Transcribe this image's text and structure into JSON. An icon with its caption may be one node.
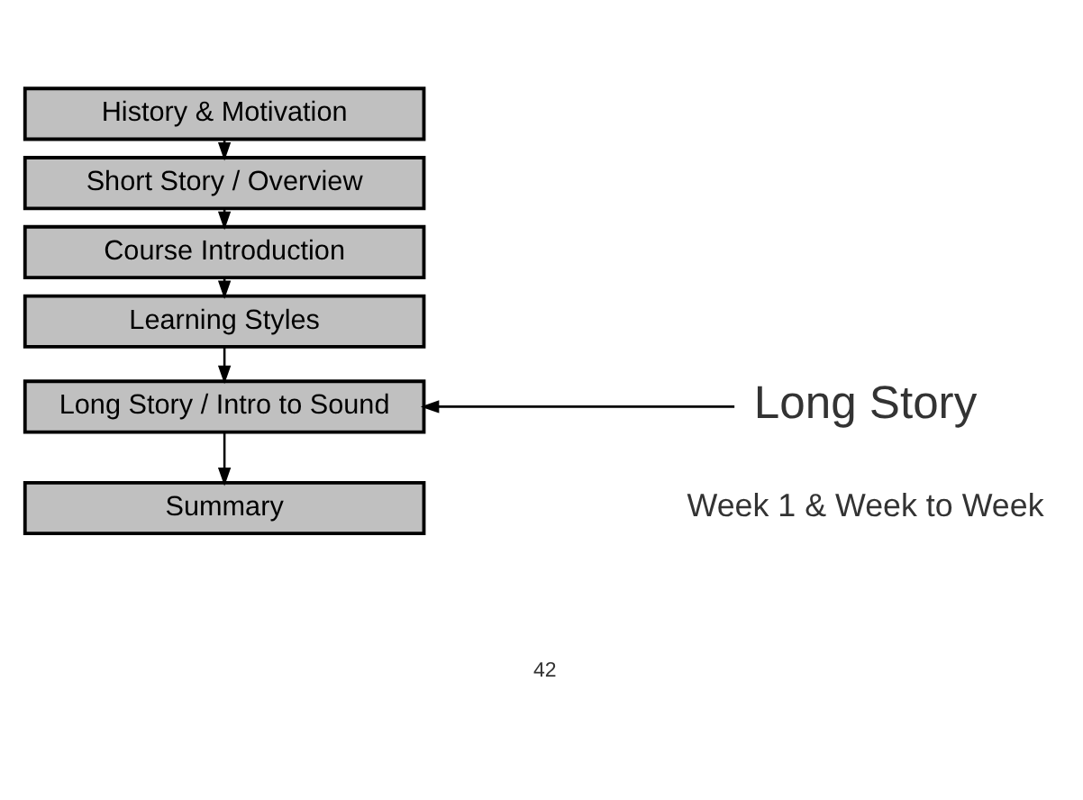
{
  "diagram": {
    "nodes": [
      {
        "text": [
          "History & Motivation"
        ]
      },
      {
        "text": [
          "Short Story / Overview"
        ]
      },
      {
        "text": [
          "Course Introduction"
        ]
      },
      {
        "text": [
          "Learning Styles"
        ]
      },
      {
        "text": [
          "Long Story / Intro to Sound"
        ]
      },
      {
        "text": [
          "Summary"
        ]
      },
      {
        "text": [
          "Long Story"
        ]
      }
    ],
    "edges": [
      {
        "from": 0,
        "to": 1,
        "arrow": "to"
      },
      {
        "from": 1,
        "to": 2,
        "arrow": "to"
      },
      {
        "from": 2,
        "to": 3,
        "arrow": "to"
      },
      {
        "from": 3,
        "to": 4,
        "arrow": "to"
      },
      {
        "from": 4,
        "to": 5,
        "arrow": "to"
      },
      {
        "from": 6,
        "to": 4,
        "arrow": "to"
      }
    ],
    "labels": [
      "Week 1 & Week to Week",
      "42"
    ]
  }
}
